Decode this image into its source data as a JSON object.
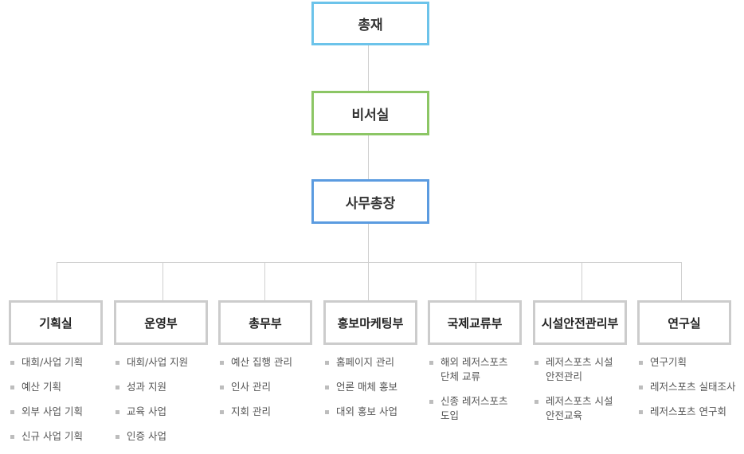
{
  "colors": {
    "chairman_border": "#6cc3ea",
    "secretariat_border": "#8cc665",
    "secretary_general_border": "#5b9be0",
    "dept_border": "#cccccc",
    "connector": "#cfcfcf"
  },
  "top": {
    "chairman": "총재",
    "secretariat": "비서실",
    "secretary_general": "사무총장"
  },
  "departments": [
    {
      "name": "기획실",
      "items": [
        "대회/사업 기획",
        "예산 기획",
        "외부 사업 기획",
        "신규 사업 기획"
      ]
    },
    {
      "name": "운영부",
      "items": [
        "대회/사업 지원",
        "성과 지원",
        "교육 사업",
        "인증 사업"
      ]
    },
    {
      "name": "총무부",
      "items": [
        "예산 집행 관리",
        "인사 관리",
        "지회 관리"
      ]
    },
    {
      "name": "홍보마케팅부",
      "items": [
        "홈페이지 관리",
        "언론 매체 홍보",
        "대외 홍보 사업"
      ]
    },
    {
      "name": "국제교류부",
      "items": [
        "해외 레저스포츠\n단체 교류",
        "신종 레저스포츠\n도입"
      ]
    },
    {
      "name": "시설안전관리부",
      "items": [
        "레저스포츠 시설\n안전관리",
        "레저스포츠 시설\n안전교육"
      ]
    },
    {
      "name": "연구실",
      "items": [
        "연구기획",
        "레저스포츠 실태조사",
        "레저스포츠 연구회"
      ]
    }
  ]
}
